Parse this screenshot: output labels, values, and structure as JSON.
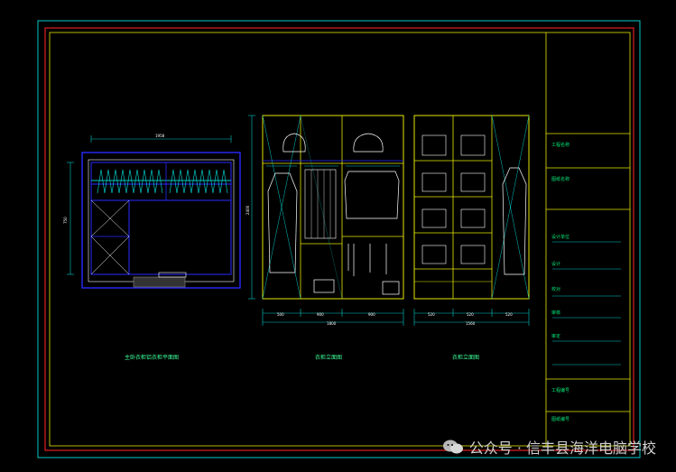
{
  "drawing_labels": {
    "plan_title": "主卧衣柜铝衣柜平面图",
    "elevation1_title": "衣柜立面图",
    "elevation2_title": "衣柜立面图"
  },
  "dimensions": {
    "plan_top": "1958",
    "plan_left": "750",
    "elev1_height": "2400",
    "elev1_segments": [
      "500",
      "900",
      "900"
    ],
    "elev1_total": "1800",
    "elev2_segments": [
      "520",
      "520",
      "520"
    ],
    "elev2_total": "1560"
  },
  "title_block": {
    "rows": [
      "工程名称",
      "图纸名称",
      "设计单位",
      "设计",
      "校对",
      "审核",
      "审定",
      "工程编号",
      "图纸编号"
    ]
  },
  "watermark": {
    "text": "公众号 · 信丰县海洋电脑学校"
  },
  "colors": {
    "frame_cyan": "#00c8c8",
    "frame_red": "#e02020",
    "frame_yellow": "#e6e600",
    "line_blue": "#2a2aff",
    "line_white": "#ffffff",
    "text_green": "#00e676"
  }
}
